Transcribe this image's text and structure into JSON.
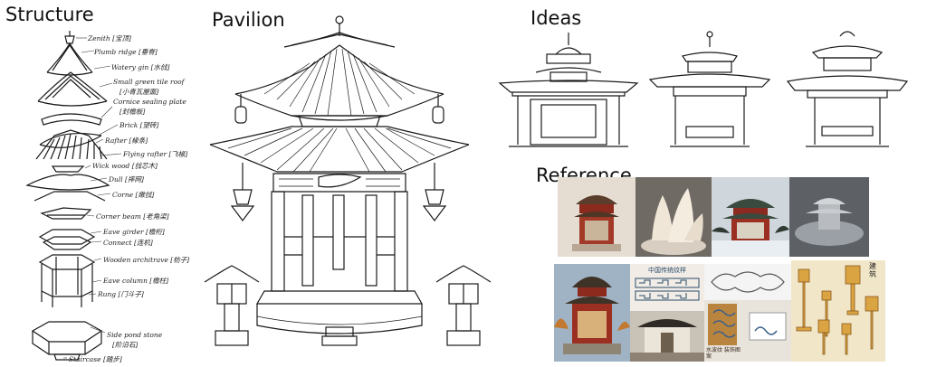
{
  "headings": {
    "structure": "Structure",
    "pavilion": "Pavilion",
    "ideas": "Ideas",
    "reference": "Reference"
  },
  "structure_labels": [
    {
      "text": "Zenith [宝顶]"
    },
    {
      "text": "Plumb ridge [垂脊]"
    },
    {
      "text": "Watery gin [水戗]"
    },
    {
      "text": "Small green tile roof"
    },
    {
      "text": "[小青瓦屋面]"
    },
    {
      "text": "Cornice sealing plate"
    },
    {
      "text": "[封檐板]"
    },
    {
      "text": "Brick [望砖]"
    },
    {
      "text": "Rafter [椽条]"
    },
    {
      "text": "Flying rafter [飞椽]"
    },
    {
      "text": "Wick wood [戗芯木]"
    },
    {
      "text": "Dull [摔网]"
    },
    {
      "text": "Corne [嫩戗]"
    },
    {
      "text": "Corner beam [老角梁]"
    },
    {
      "text": "Eave girder [檐桁]"
    },
    {
      "text": "Connect [连机]"
    },
    {
      "text": "Wooden architrave [枋子]"
    },
    {
      "text": "Eave column [檐柱]"
    },
    {
      "text": "Rung [门斗子]"
    },
    {
      "text": "Side pond stone"
    },
    {
      "text": "[阶沿石]"
    },
    {
      "text": "Staircase [踏步]"
    }
  ],
  "reference_text": {
    "pattern_sheet_title": "中国传统纹样",
    "pattern_caption": "水波纹 装饰图案",
    "calligraphy": "建筑"
  },
  "colors": {
    "ink": "#1a1a1a",
    "roof_fill": "#f2f2f2",
    "reference_red": "#9b2f22",
    "reference_wood": "#b8843e",
    "reference_gold": "#d9a441",
    "snow": "#e9eef2"
  },
  "icons": [
    "pavilion-line-drawing",
    "lantern-icon",
    "exploded-structure-diagram"
  ]
}
